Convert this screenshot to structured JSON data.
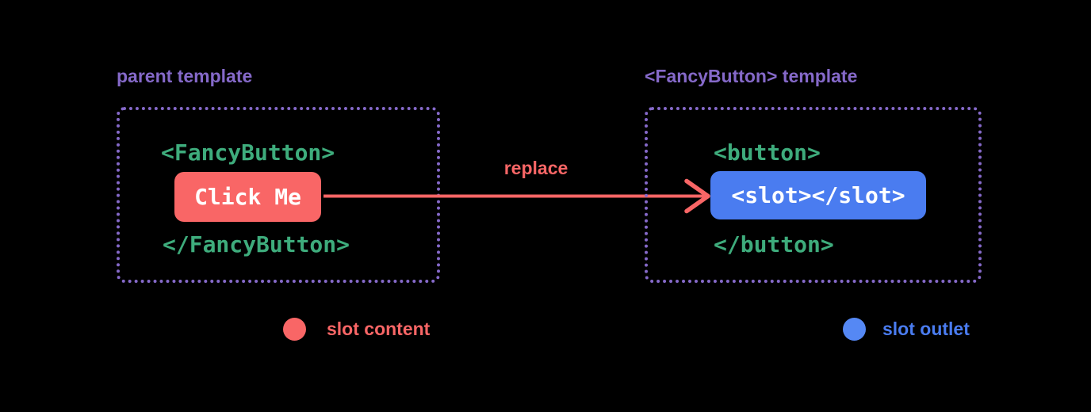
{
  "colors": {
    "bg": "#000000",
    "purple": "#8569C9",
    "green": "#3EAC7C",
    "red": "#F96666",
    "blue": "#4A7CF0",
    "blue-light": "#5588F4",
    "white": "#FFFFFF"
  },
  "left_panel": {
    "title": "parent template",
    "code_open": "<FancyButton>",
    "button_label": "Click Me",
    "code_close": "</FancyButton>"
  },
  "arrow": {
    "label": "replace"
  },
  "right_panel": {
    "title": "<FancyButton> template",
    "code_open": "<button>",
    "slot_label": "<slot></slot>",
    "code_close": "</button>"
  },
  "legend": {
    "slot_content": {
      "label": "slot content"
    },
    "slot_outlet": {
      "label": "slot outlet"
    }
  }
}
